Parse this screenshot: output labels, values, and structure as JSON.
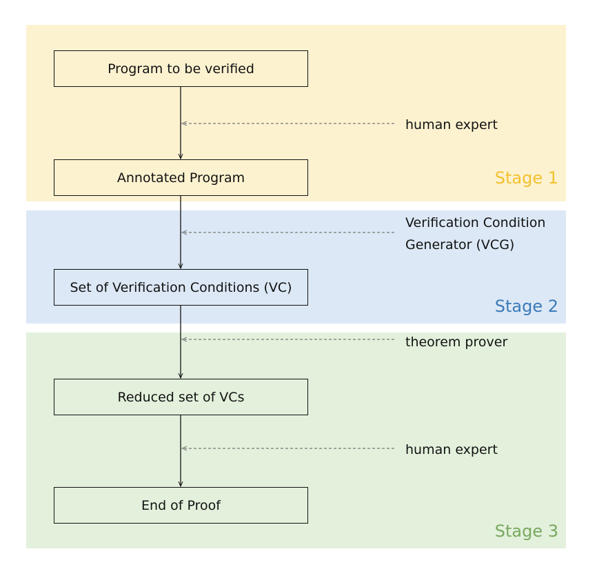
{
  "boxes": [
    "Program to be verified",
    "Annotated Program",
    "Set of Verification Conditions (VC)",
    "Reduced set of VCs",
    "End of Proof"
  ],
  "annotations": [
    "human expert",
    "Verification Condition Generator (VCG)",
    "theorem prover",
    "human expert"
  ],
  "stages": [
    "Stage 1",
    "Stage 2",
    "Stage 3"
  ],
  "colors": {
    "stage1_bg": "#fcf2d0",
    "stage1_label": "#f2c12e",
    "stage2_bg": "#dce8f5",
    "stage2_label": "#3b7ab8",
    "stage3_bg": "#e3f1dc",
    "stage3_label": "#7aa860"
  }
}
